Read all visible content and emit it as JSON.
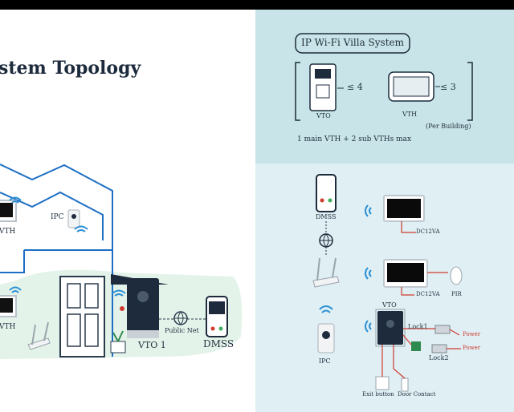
{
  "left_panel": {
    "title": "stem Topology",
    "labels": {
      "vth_top": "VTH",
      "ipc": "IPC",
      "vth_bottom": "VTH",
      "vto": "VTO 1",
      "public_net": "Public Net",
      "dmss": "DMSS"
    }
  },
  "villa_system": {
    "title": "IP Wi-Fi Villa System",
    "vto_count": "≤ 4",
    "vth_count": "≤ 3",
    "vto_label": "VTO",
    "vth_label": "VTH",
    "per_building": "(Per Building)",
    "note": "1 main VTH + 2 sub VTHs max"
  },
  "wiring_diagram": {
    "dmss": "DMSS",
    "power1": "DC12VA",
    "power2": "DC12VA",
    "pir": "PIR",
    "vto": "VTO",
    "ipc": "IPC",
    "lock1": "Lock1",
    "lock2": "Lock2",
    "power_a": "Power",
    "power_b": "Power",
    "exit_button": "Exit button",
    "door_contact": "Door Contact"
  },
  "colors": {
    "house_line": "#1e6fc4",
    "wifi": "#2a8fd6",
    "wire": "#d13a2f",
    "panel_top": "#c8e4e8",
    "panel_bottom": "#dfeff3"
  }
}
